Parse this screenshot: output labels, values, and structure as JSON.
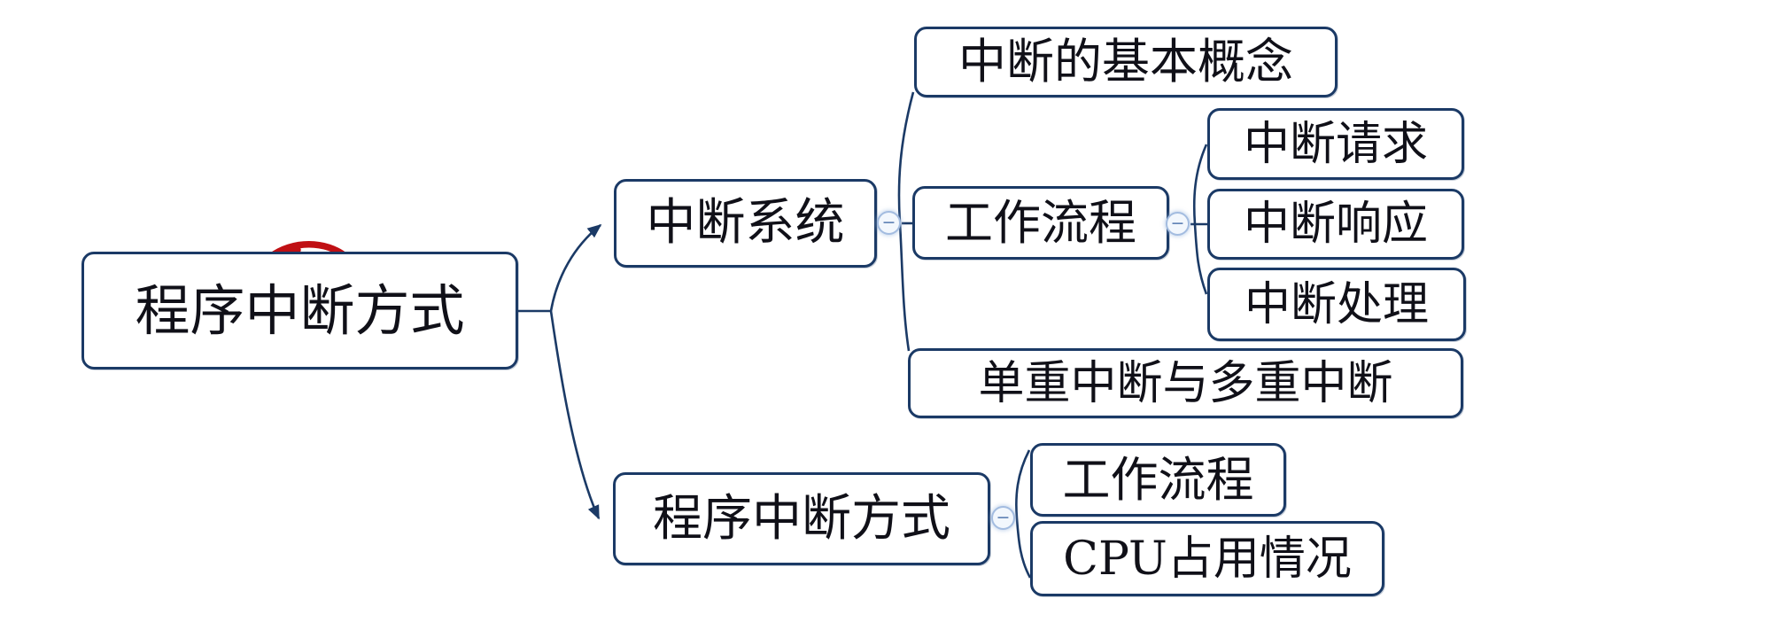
{
  "nodes": {
    "root": {
      "label": "程序中断方式"
    },
    "interrupt_system": {
      "label": "中断系统"
    },
    "basic_concept": {
      "label": "中断的基本概念"
    },
    "workflow_top": {
      "label": "工作流程"
    },
    "interrupt_request": {
      "label": "中断请求"
    },
    "interrupt_response": {
      "label": "中断响应"
    },
    "interrupt_handling": {
      "label": "中断处理"
    },
    "single_vs_multiple": {
      "label": "单重中断与多重中断"
    },
    "program_interrupt": {
      "label": "程序中断方式"
    },
    "workflow_bottom": {
      "label": "工作流程"
    },
    "cpu_usage": {
      "label": "CPU占用情况"
    }
  },
  "icons": {
    "collapse_minus": "−",
    "pen_cursor": "pen-cursor",
    "arrowhead": "right-arrowhead"
  },
  "colors": {
    "node_border": "#1b3a66",
    "connector": "#1b3a66",
    "text": "#101018",
    "annotation_red": "#c01014",
    "collapse_ring": "#a3bce0",
    "collapse_glyph": "#5b7db3",
    "bg": "#ffffff"
  }
}
